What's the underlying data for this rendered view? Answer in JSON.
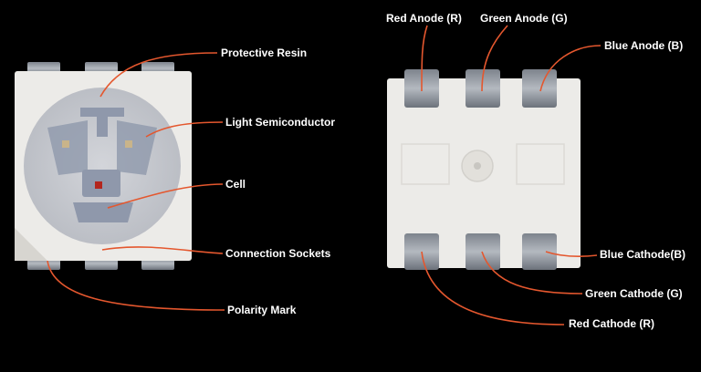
{
  "colors": {
    "background": "#000000",
    "leader_line": "#e4572e",
    "label_text": "#ffffff",
    "package_body": "#ecebe8",
    "lens": "#c9cbd0",
    "die_pad": "#8f98ab",
    "pin_metal": "#9aa0a8"
  },
  "left_labels": {
    "protective_resin": "Protective Resin",
    "light_semiconductor": "Light Semiconductor",
    "cell": "Cell",
    "connection_sockets": "Connection Sockets",
    "polarity_mark": "Polarity Mark"
  },
  "right_labels": {
    "red_anode": "Red Anode (R)",
    "green_anode": "Green Anode (G)",
    "blue_anode": "Blue Anode (B)",
    "blue_cathode": "Blue Cathode(B)",
    "green_cathode": "Green Cathode (G)",
    "red_cathode": "Red Cathode (R)"
  }
}
